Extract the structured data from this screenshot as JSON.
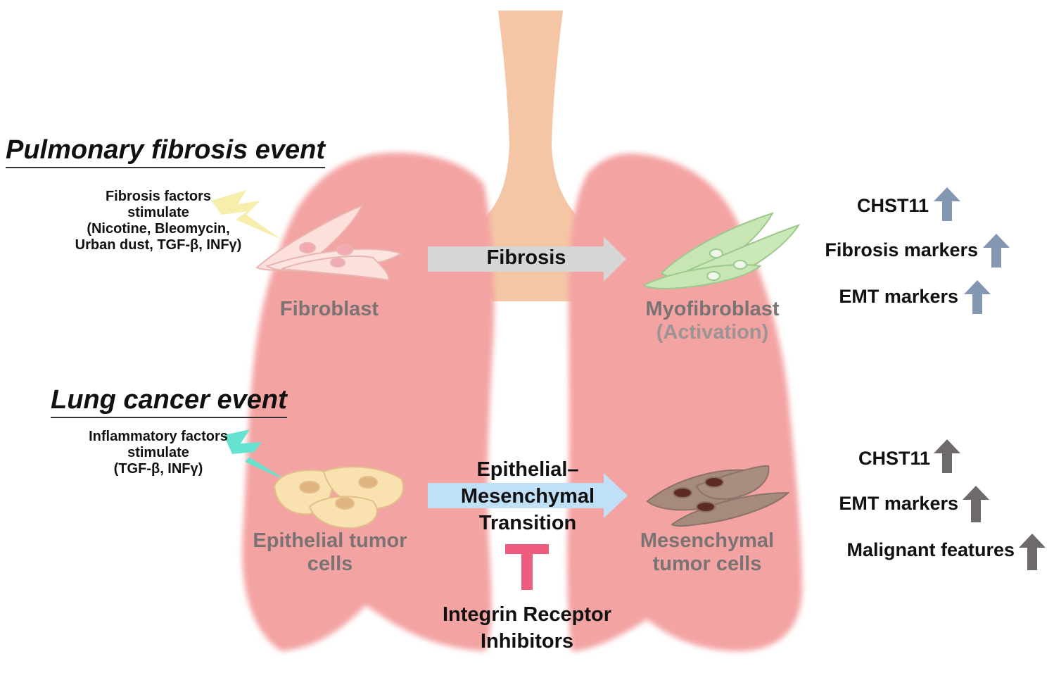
{
  "headings": {
    "pulmonary": "Pulmonary fibrosis event",
    "cancer": "Lung cancer event"
  },
  "stimuli": {
    "fibrosis": [
      "Fibrosis factors",
      "stimulate",
      "(Nicotine, Bleomycin,",
      "Urban dust, TGF-β, INFγ)"
    ],
    "inflammatory": [
      "Inflammatory factors",
      "stimulate",
      "(TGF-β, INFγ)"
    ]
  },
  "cells": {
    "fibroblast": "Fibroblast",
    "myofibroblast": "Myofibroblast",
    "myofibroblast_note": "(Activation)",
    "epithelial": [
      "Epithelial tumor",
      "cells"
    ],
    "mesenchymal": [
      "Mesenchymal",
      "tumor cells"
    ]
  },
  "processes": {
    "fibrosis": "Fibrosis",
    "emt": [
      "Epithelial–",
      "Mesenchymal",
      "Transition"
    ],
    "inhibitor": [
      "Integrin Receptor",
      "Inhibitors"
    ]
  },
  "markers": {
    "fibrosis_event": [
      "CHST11",
      "Fibrosis markers",
      "EMT markers"
    ],
    "cancer_event": [
      "CHST11",
      "EMT markers",
      "Malignant features"
    ]
  },
  "colors": {
    "lung": "#f4a3a3",
    "trachea": "#f5c6a5",
    "fibroblast": "#fde0dc",
    "myofibroblast": "#c8e6b4",
    "epithelial": "#fae1b0",
    "mesenchymal": "#a58a7d",
    "fibrosis_arrow": "#d6d6d6",
    "emt_arrow": "#bfe0f7",
    "inhibitor": "#ee5c7e",
    "up_arrow_blue": "#8396b2",
    "up_arrow_gray": "#6e6a69",
    "bolt_yellow": "#f6eeaa",
    "bolt_teal": "#66e3d0"
  }
}
